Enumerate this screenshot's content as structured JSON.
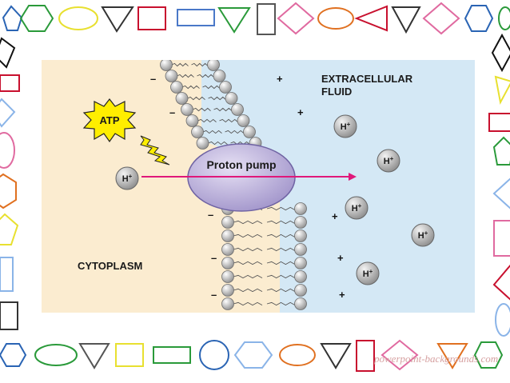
{
  "labels": {
    "region_outside": "EXTRACELLULAR\nFLUID",
    "region_inside": "CYTOPLASM",
    "pump": "Proton pump",
    "energy": "ATP",
    "ion": "H+"
  },
  "charges": {
    "inside": "–",
    "outside": "+"
  },
  "watermark": "powerpoint-backgrounds.com",
  "colors": {
    "cytoplasm": "#fbecd0",
    "extracellular": "#d4e8f5",
    "pump": "#b4a9d6",
    "arrow": "#e0187a",
    "atp": "#ffee00",
    "ion": "#9a9a9a"
  }
}
